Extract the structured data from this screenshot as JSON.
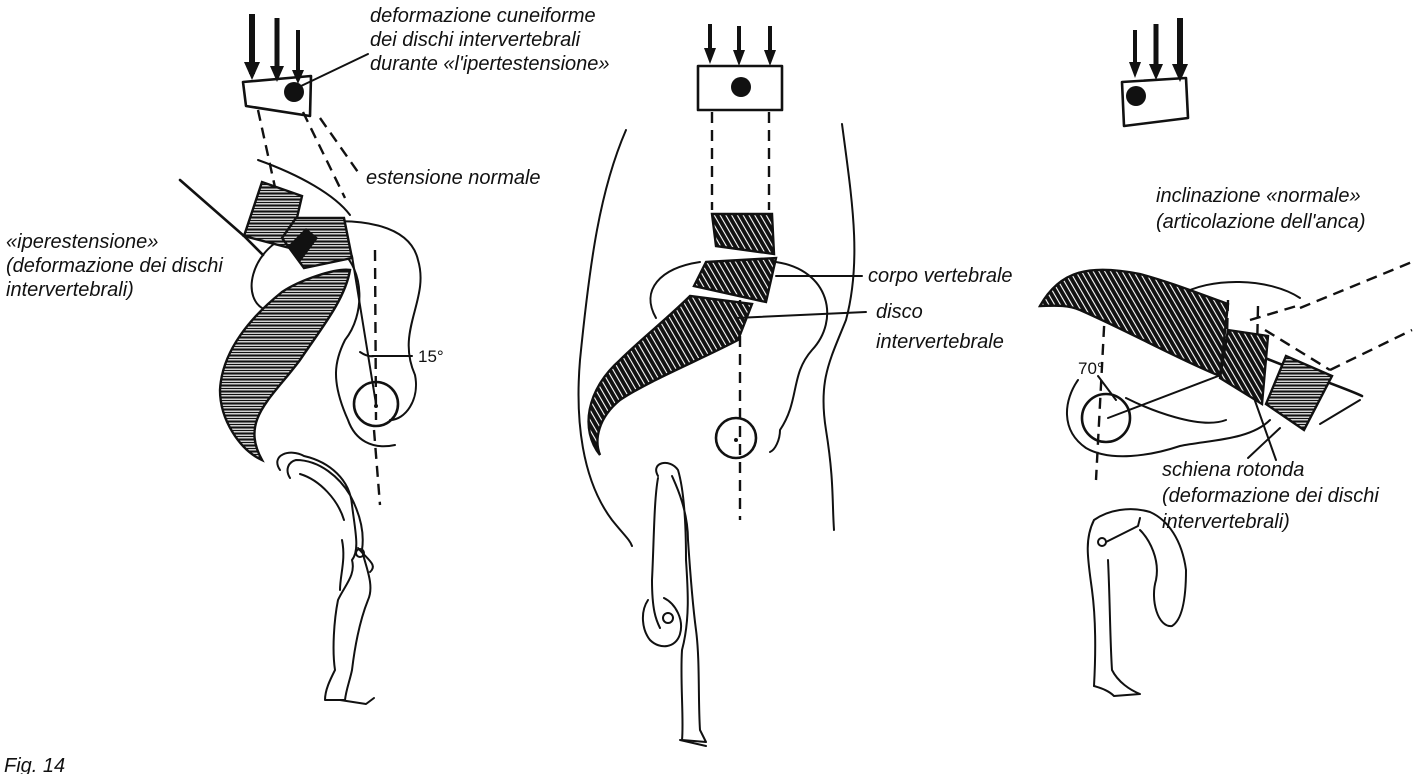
{
  "labels": {
    "wedge_title": [
      "deformazione cuneiforme",
      "dei dischi intervertebrali",
      "durante «l'ipertestensione»"
    ],
    "normal_extension": "estensione normale",
    "hyperextension": [
      "«iperestensione»",
      "(deformazione dei dischi",
      "intervertebrali)"
    ],
    "angle_left": "15°",
    "vertebral_body": "corpo vertebrale",
    "disc": [
      "disco",
      "intervertebrale"
    ],
    "normal_tilt": [
      "inclinazione «normale»",
      "(articolazione dell'anca)"
    ],
    "angle_right": "70°",
    "round_back": [
      "schiena rotonda",
      "(deformazione dei dischi",
      "intervertebrali)"
    ],
    "caption": "Fig. 14"
  }
}
